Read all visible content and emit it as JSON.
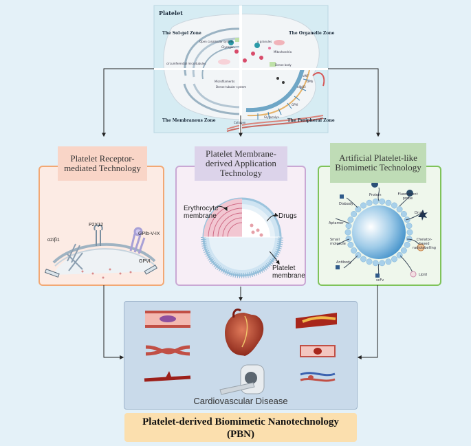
{
  "platelet": {
    "title": "Platelet",
    "zones": {
      "solgel": "The Sol-gel Zone",
      "organelle": "The Organelle Zone",
      "membranous": "The Membranous Zone",
      "peripheral": "The Peripheral Zone"
    },
    "small_labels": {
      "open_canalicular": "Open canalicular system",
      "microtubules": "circumferential microtubules",
      "glycogen": "Glycogen",
      "alpha_granules": "α granules",
      "mitochondria": "Mitochondria",
      "dense_body": "Dense body",
      "microfilaments": "Microfilaments",
      "dense_tubular": "Dense tubular system",
      "vwf": "vWF",
      "gp": "GPIb",
      "gpvi": "GPVI",
      "integrin": "αIIbβ3",
      "collagen": "Collagen",
      "glycocalyx": "Glycocalyx"
    }
  },
  "receptor_panel": {
    "title": "Platelet Receptor-mediated Technology",
    "labels": {
      "p2y12": "P2Y12",
      "a2b1": "α2/β1",
      "gpib": "GPIb-V-IX",
      "gpvi": "GPVI"
    }
  },
  "membrane_panel": {
    "title": "Platelet Membrane-derived Application Technology",
    "labels": {
      "erythrocyte": "Erythrocyte membrane",
      "drugs": "Drugs",
      "platelet": "Platelet membrane"
    }
  },
  "artificial_panel": {
    "title": "Artificial Platelet-like Biomimetic Technology",
    "labels": {
      "protein": "Protein",
      "fluorescent": "Fluorescent probe",
      "diabody": "Diabody",
      "drug": "Drug",
      "aptamer": "Aptamer",
      "small_molecule": "Small molecule",
      "chelator": "Chelator-based radiolabelling",
      "antibody": "Antibody",
      "scfv": "scFv",
      "lipid": "Lipid"
    }
  },
  "cardio": {
    "title": "Cardiovascular Disease"
  },
  "footer": {
    "title": "Platelet-derived Biomimetic Nanotechnology",
    "abbr": "(PBN)"
  },
  "colors": {
    "background": "#e4f1f8",
    "receptor_fill": "#fcebe4",
    "receptor_border": "#f2a874",
    "membrane_fill": "#f7eef6",
    "membrane_border": "#c9a8d4",
    "artificial_fill": "#eff7ec",
    "artificial_border": "#7fc35a",
    "cardio_fill": "#c9daea",
    "footer_fill": "#fbdfae"
  }
}
